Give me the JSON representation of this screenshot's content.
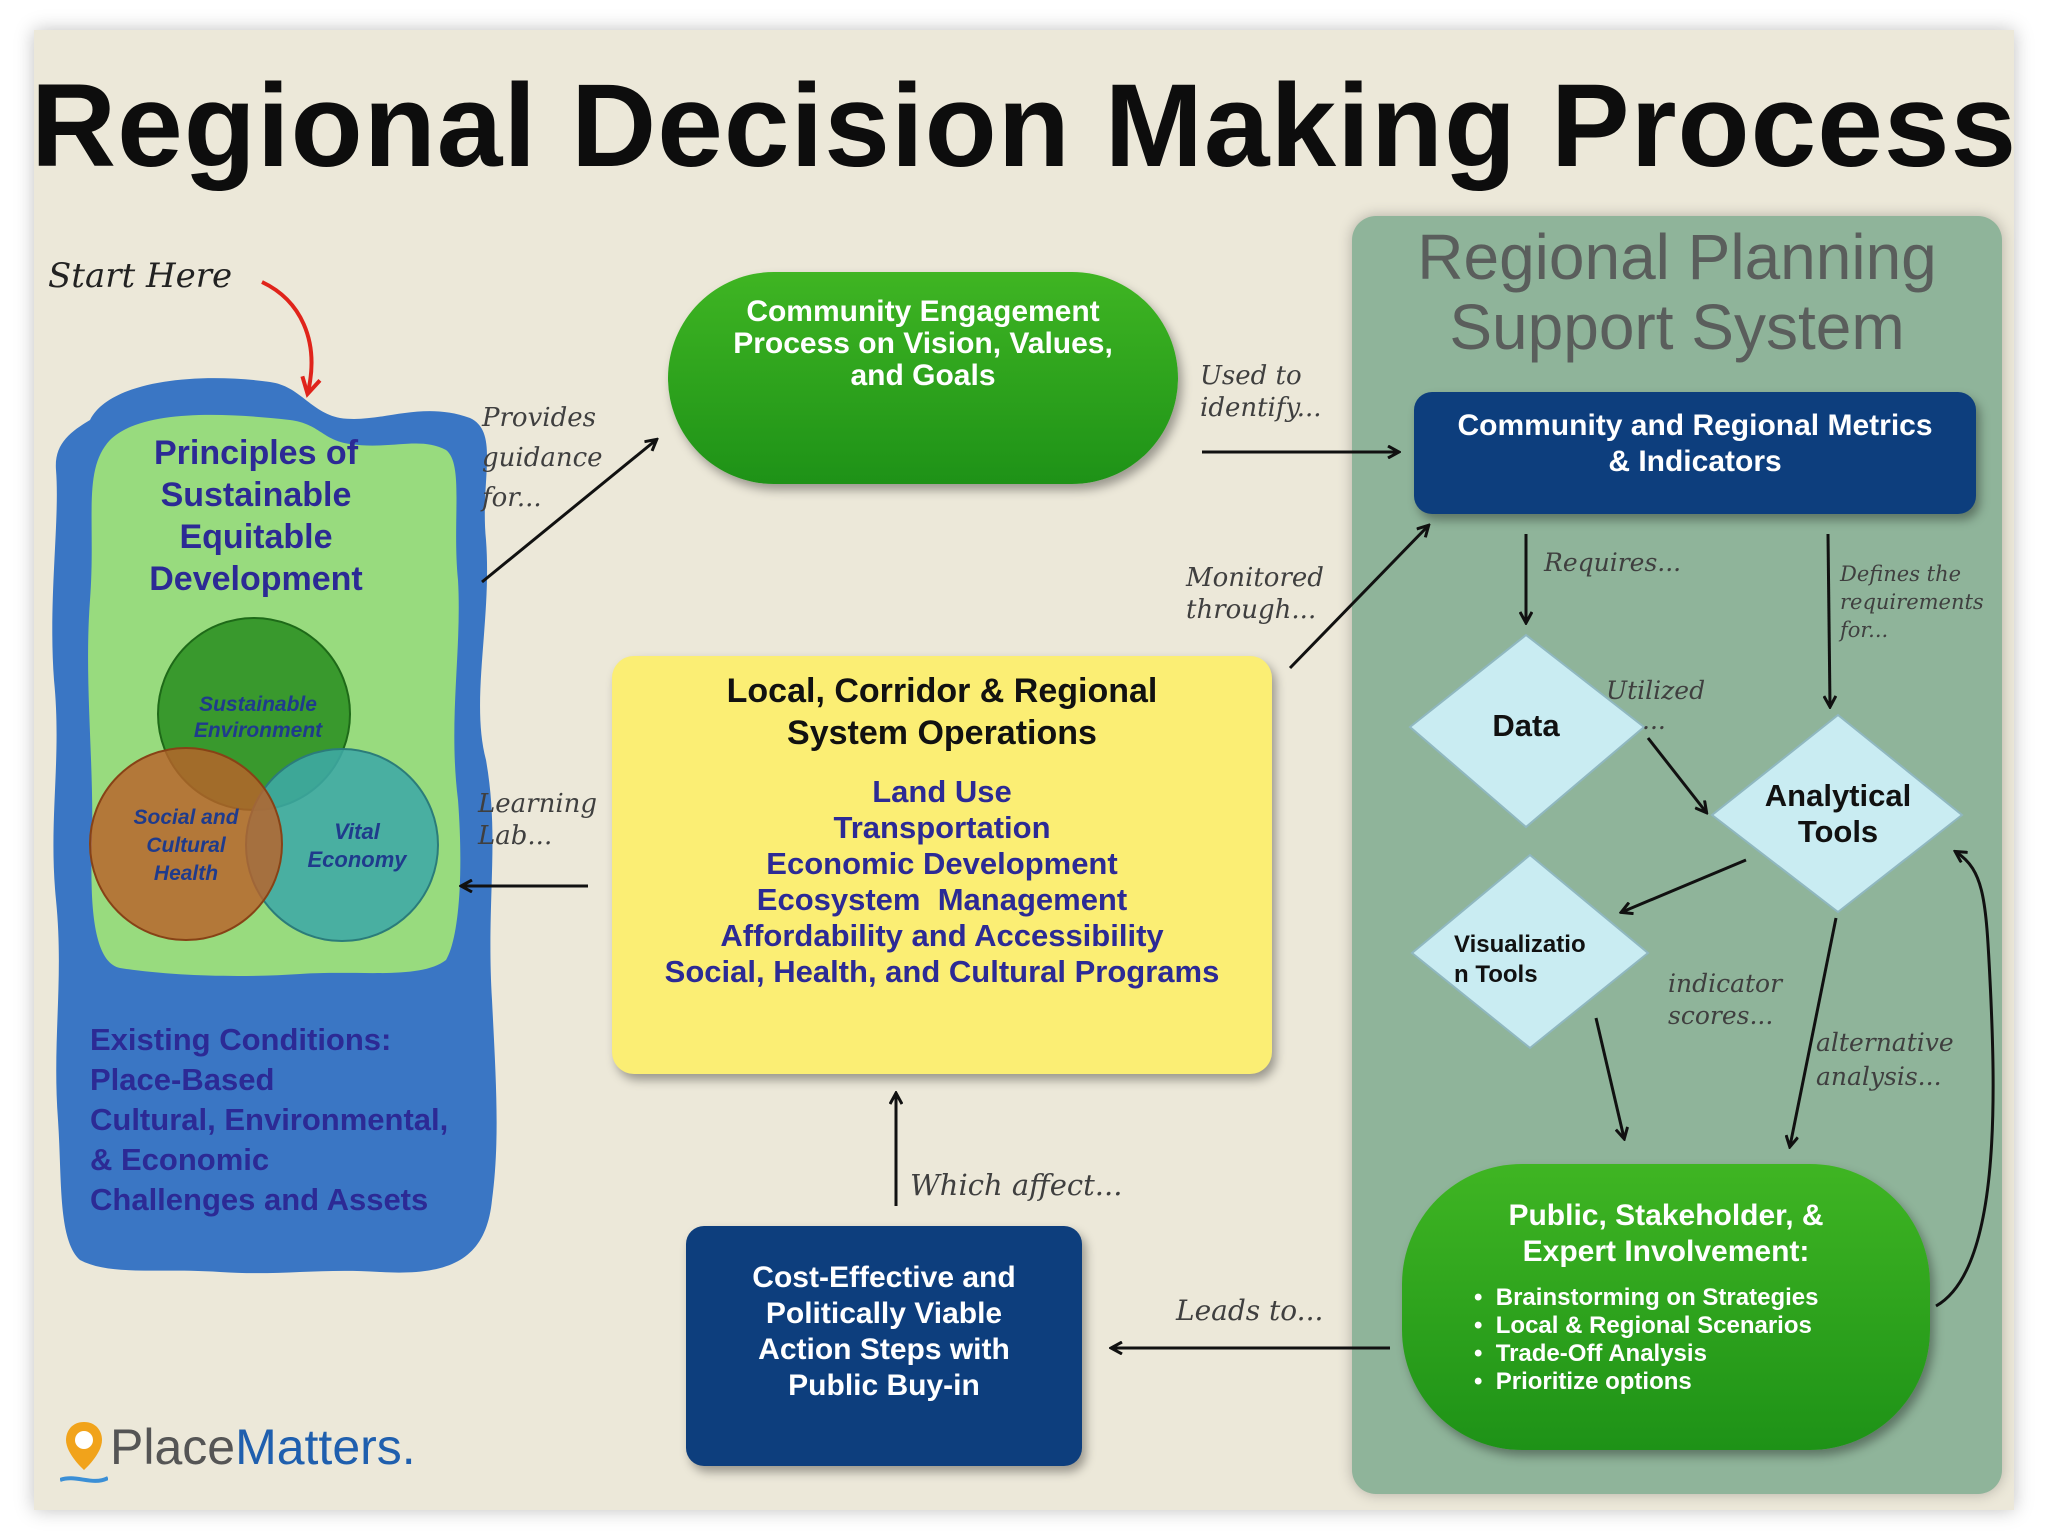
{
  "title": "Regional Decision Making Process",
  "start_here": "Start Here",
  "principles": {
    "heading": [
      "Principles of",
      "Sustainable",
      "Equitable",
      "Development"
    ],
    "circles": {
      "environment": [
        "Sustainable",
        "Environment"
      ],
      "social": [
        "Social and",
        "Cultural",
        "Health"
      ],
      "economy": [
        "Vital",
        "Economy"
      ]
    },
    "existing_conditions": [
      "Existing Conditions:",
      "Place-Based",
      "Cultural, Environmental,",
      "& Economic",
      "Challenges and Assets"
    ]
  },
  "community_engagement": [
    "Community Engagement",
    "Process on Vision, Values,",
    "and Goals"
  ],
  "system_operations": {
    "heading": [
      "Local, Corridor & Regional",
      "System Operations"
    ],
    "items": [
      "Land Use",
      "Transportation",
      "Economic Development",
      "Ecosystem  Management",
      "Affordability and Accessibility",
      "Social, Health, and Cultural Programs"
    ]
  },
  "action_steps": [
    "Cost-Effective and",
    "Politically Viable",
    "Action Steps with",
    "Public Buy-in"
  ],
  "rpss": {
    "title": [
      "Regional Planning",
      "Support System"
    ],
    "metrics": [
      "Community and Regional Metrics",
      "& Indicators"
    ],
    "data": "Data",
    "analytical_tools": [
      "Analytical",
      "Tools"
    ],
    "visualization_tools": [
      "Visualizatio",
      "n Tools"
    ],
    "public_involvement": {
      "heading": [
        "Public, Stakeholder, &",
        "Expert Involvement:"
      ],
      "bullets": [
        "Brainstorming on Strategies",
        "Local & Regional Scenarios",
        "Trade-Off Analysis",
        "Prioritize options"
      ]
    }
  },
  "edge_labels": {
    "provides_guidance": [
      "Provides",
      "guidance",
      "for..."
    ],
    "used_to_identify": [
      "Used to",
      "identify..."
    ],
    "monitored_through": [
      "Monitored",
      "through..."
    ],
    "learning_lab": [
      "Learning",
      "Lab..."
    ],
    "requires": "Requires...",
    "defines": [
      "Defines the",
      "requirements",
      "for..."
    ],
    "utilized": [
      "Utilized",
      "..."
    ],
    "indicator_scores": [
      "indicator",
      "scores..."
    ],
    "alternative_analysis": [
      "alternative",
      "analysis..."
    ],
    "which_affect": "Which affect...",
    "leads_to": "Leads to..."
  },
  "logo": {
    "part1": "Place",
    "part2": "Matters."
  },
  "colors": {
    "paper": "#ece8d9",
    "rpss_panel": "#8fb49a",
    "green": "#2aa41c",
    "navy": "#0d3e7d",
    "yellow": "#fbee74",
    "diamond": "#c9ecf2",
    "blue_text": "#2c2a95",
    "start_arrow": "#e0241b"
  }
}
